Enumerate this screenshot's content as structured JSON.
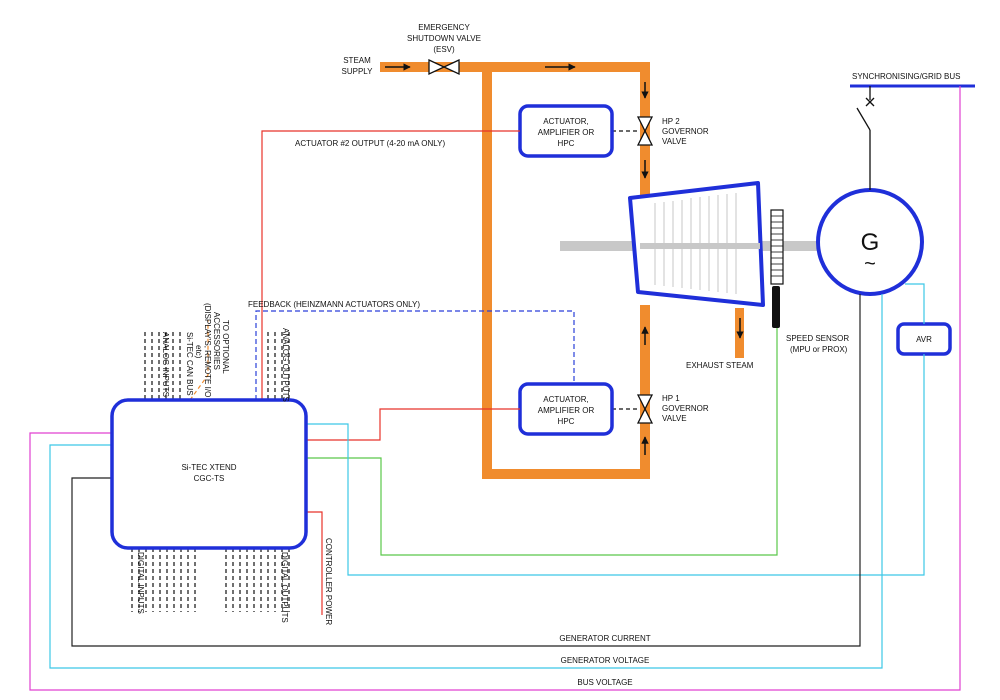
{
  "labels": {
    "steam_supply_1": "STEAM",
    "steam_supply_2": "SUPPLY",
    "esv_1": "EMERGENCY",
    "esv_2": "SHUTDOWN VALVE",
    "esv_3": "(ESV)",
    "act2_1": "ACTUATOR,",
    "act2_2": "AMPLIFIER OR",
    "act2_3": "HPC",
    "act1_1": "ACTUATOR,",
    "act1_2": "AMPLIFIER OR",
    "act1_3": "HPC",
    "hp2_1": "HP 2",
    "hp2_2": "GOVERNOR",
    "hp2_3": "VALVE",
    "hp1_1": "HP 1",
    "hp1_2": "GOVERNOR",
    "hp1_3": "VALVE",
    "actuator2_output": "ACTUATOR #2 OUTPUT (4-20 mA ONLY)",
    "feedback": "FEEDBACK (HEINZMANN ACTUATORS ONLY)",
    "exhaust": "EXHAUST STEAM",
    "speed_sensor_1": "SPEED SENSOR",
    "speed_sensor_2": "(MPU or PROX)",
    "sync_bus": "SYNCHRONISING/GRID BUS",
    "generator": "G",
    "generator_symbol": "~",
    "avr": "AVR",
    "controller_1": "Si-TEC XTEND",
    "controller_2": "CGC-TS",
    "analog_inputs": "ANALOG INPUTS",
    "can_bus": "Si-TEC CAN BUS",
    "optional_1": "TO OPTIONAL",
    "optional_2": "ACCESSORIES",
    "optional_3": "(DISPLAY'S, REMOTE I/O",
    "optional_4": "etc)",
    "analog_outputs": "ANALOG OUTPUTS",
    "digital_inputs": "DIGITAL INPUTS",
    "digital_outputs": "DIGITAL OUTPUTS",
    "controller_power": "CONTROLLER POWER",
    "generator_current": "GENERATOR CURRENT",
    "generator_voltage": "GENERATOR VOLTAGE",
    "bus_voltage": "BUS VOLTAGE"
  },
  "colors": {
    "steam_pipe": "#f08c2e",
    "box_outline": "#1f2fd9",
    "actuator_output": "#e8332a",
    "feedback": "#2a3fd9",
    "speed_signal": "#5ac84a",
    "generator_voltage": "#3cc8e6",
    "bus_voltage": "#e040d0",
    "generator_current": "#222222",
    "shaft": "#c8c8c8"
  }
}
